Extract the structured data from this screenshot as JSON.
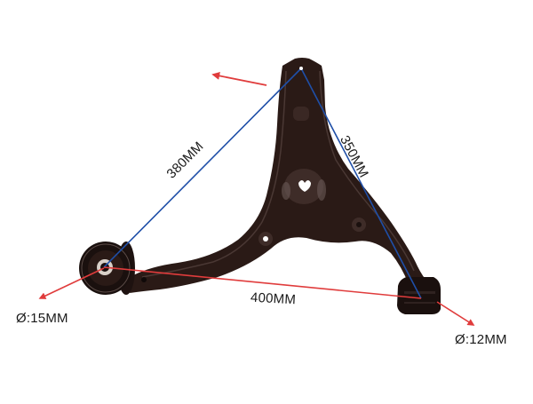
{
  "product": {
    "name": "control-arm",
    "body_color": "#2a1a16",
    "highlight_color": "#5a4a46"
  },
  "annotations": {
    "line_color_blue": "#1f4fa8",
    "line_color_red": "#e03c3c",
    "dim_left_arm": "380MM",
    "dim_right_arm": "350MM",
    "dim_base": "400MM",
    "bushing_left_diameter": "Ø:15MM",
    "bushing_right_diameter": "Ø:12MM"
  }
}
